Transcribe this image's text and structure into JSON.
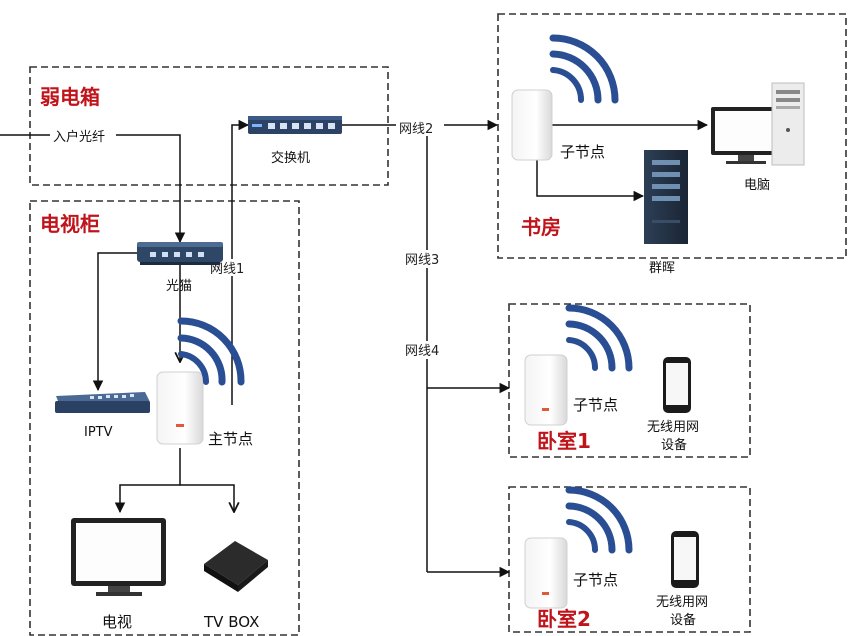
{
  "rooms": {
    "weak_box": "弱电箱",
    "tv_cabinet": "电视柜",
    "study": "书房",
    "bedroom1": "卧室1",
    "bedroom2": "卧室2"
  },
  "labels": {
    "fiber_in": "入户光纤",
    "switch": "交换机",
    "modem": "光猫",
    "iptv": "IPTV",
    "main_node": "主节点",
    "tv": "电视",
    "tv_box": "TV BOX",
    "sub_node_study": "子节点",
    "computer": "电脑",
    "server": "群晖",
    "sub_node_b1": "子节点",
    "sub_node_b2": "子节点",
    "wireless_b1_line1": "无线用网",
    "wireless_b1_line2": "设备",
    "wireless_b2_line1": "无线用网",
    "wireless_b2_line2": "设备"
  },
  "cables": {
    "cable1": "网线1",
    "cable2": "网线2",
    "cable3": "网线3",
    "cable4": "网线4"
  },
  "colors": {
    "room_title": "#c0141b",
    "wifi": "#2a4e93",
    "line": "#111111"
  }
}
